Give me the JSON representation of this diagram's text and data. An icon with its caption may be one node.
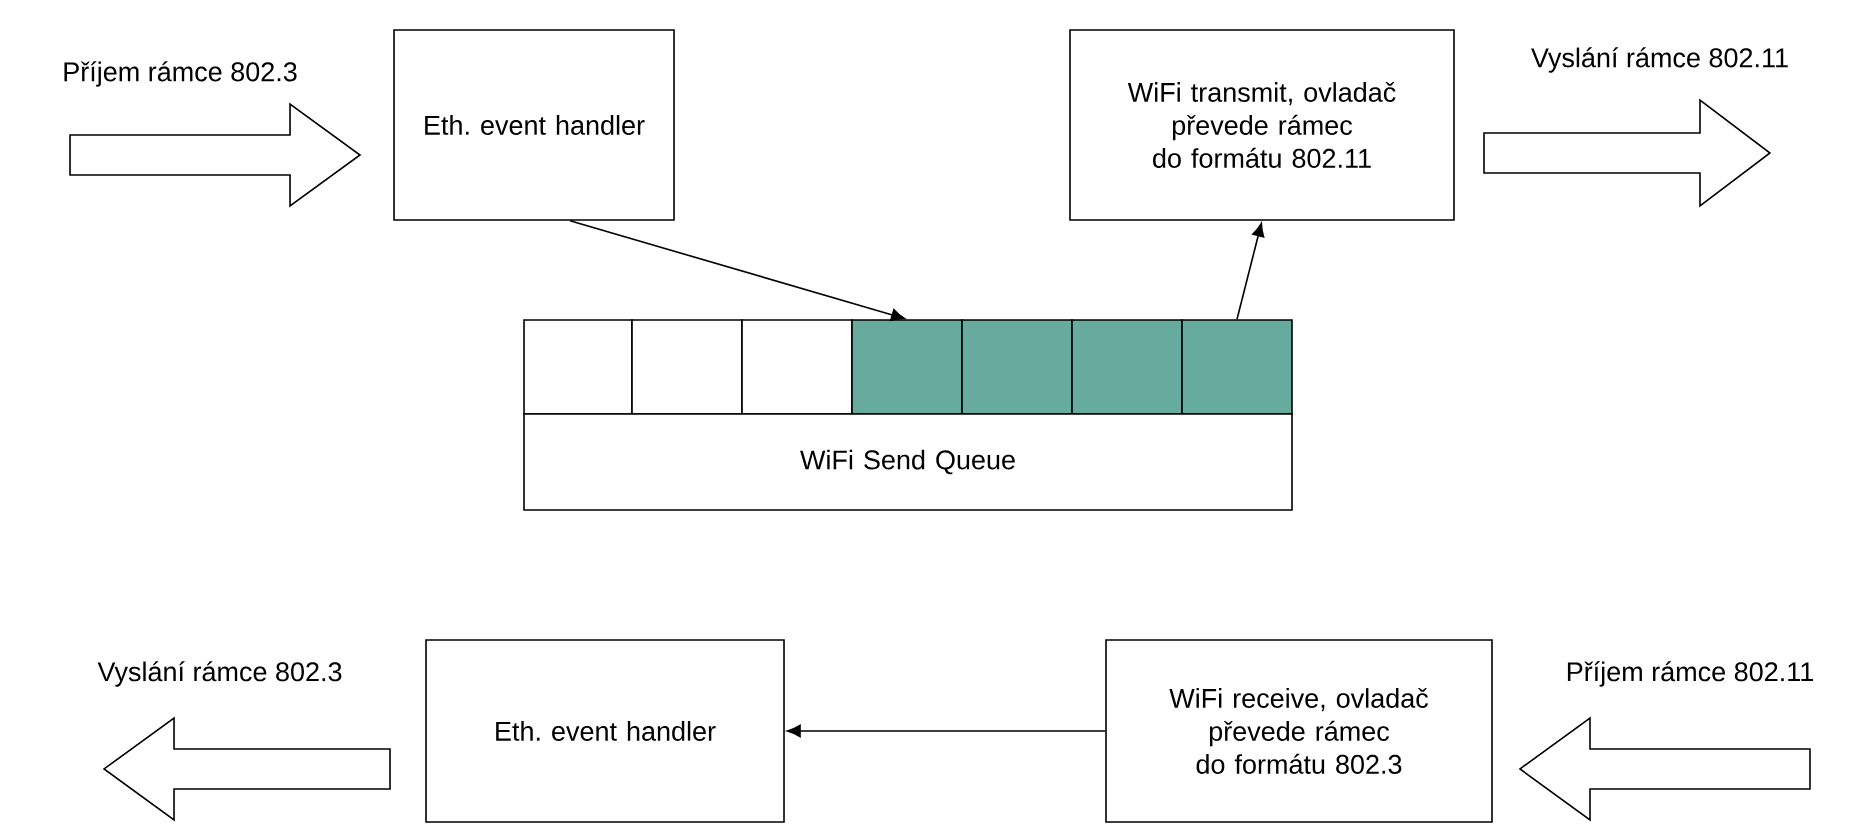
{
  "diagram": {
    "nodes": [
      {
        "text": [],
        "shape": "arrow",
        "beside": [
          "Příjem rámce 802.3"
        ]
      },
      {
        "text": [
          "Eth. event handler"
        ]
      },
      {
        "text": [
          "WiFi transmit, ovladač převede rámec do formátu 802.11"
        ]
      },
      {
        "text": [],
        "shape": "arrow",
        "beside": [
          "Vyslání rámce 802.11"
        ]
      },
      {
        "text": [],
        "shape": "box"
      },
      {
        "text": [],
        "shape": "box"
      },
      {
        "text": [],
        "shape": "box"
      },
      {
        "text": [],
        "shape": "box"
      },
      {
        "text": [],
        "shape": "box"
      },
      {
        "text": [],
        "shape": "box"
      },
      {
        "text": [],
        "shape": "box"
      },
      {
        "text": [
          "WiFi Send Queue"
        ]
      },
      {
        "text": [],
        "shape": "arrow",
        "beside": [
          "Vyslání rámce 802.3"
        ]
      },
      {
        "text": [
          "Eth. event handler"
        ]
      },
      {
        "text": [
          "WiFi receive, ovladač převede rámec do formátu 802.3"
        ]
      },
      {
        "text": [],
        "shape": "arrow",
        "beside": [
          "Příjem rámce 802.11"
        ]
      }
    ],
    "edges": [
      {
        "from": 1,
        "to": 7,
        "arrow": "to"
      },
      {
        "from": 10,
        "to": 2,
        "arrow": "to"
      },
      {
        "from": 14,
        "to": 13,
        "arrow": "to"
      }
    ]
  }
}
